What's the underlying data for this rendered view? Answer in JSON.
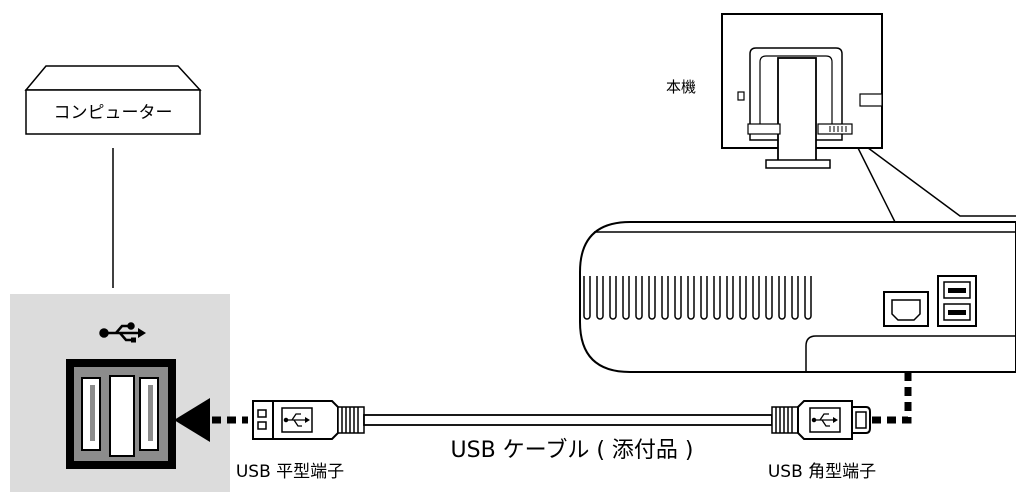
{
  "labels": {
    "computer": "コンピューター",
    "monitor": "本機",
    "cable": "USB ケーブル ( 添付品 )",
    "flat_terminal": "USB 平型端子",
    "square_terminal": "USB 角型端子"
  },
  "icons": {
    "usb_symbol": "usb-icon"
  },
  "colors": {
    "line": "#000000",
    "port_panel": "#dcdcdc",
    "port_gray": "#8c8c8c"
  }
}
